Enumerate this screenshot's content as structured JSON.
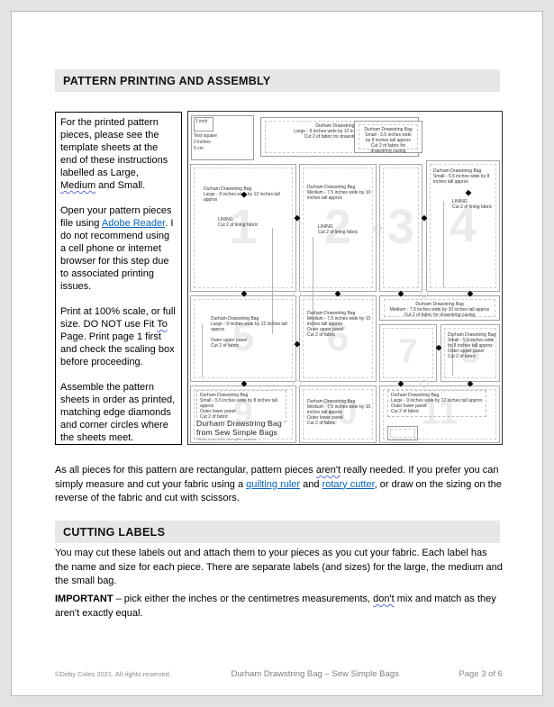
{
  "sections": {
    "printing_title": "PATTERN PRINTING AND ASSEMBLY",
    "cutting_title": "CUTTING LABELS"
  },
  "instructions": {
    "p1a": "For the printed pattern pieces, please see the template sheets at the end of these instructions labelled as Large, ",
    "p1_medium": "Medium",
    "p1b": " and Small.",
    "p2a": "Open your pattern pieces file using ",
    "p2_link": "Adobe Reader",
    "p2b": ". I do not recommend using a cell phone or internet browser for this step due to associated printing issues.",
    "p3a": "Print at 100% scale, or full size. DO NOT use Fit ",
    "p3_to": "To",
    "p3b": " Page. Print page 1 first and check the scaling box before proceeding.",
    "p4": "Assemble the pattern sheets in order as printed, matching edge diamonds and corner circles where the sheets meet."
  },
  "body1": {
    "a": "As all pieces for this pattern are rectangular, pattern pieces ",
    "arent": "aren't",
    "b": " really needed. If you prefer you can simply measure and cut your fabric using a ",
    "link_quilting": "quilting ruler",
    "c": " and ",
    "link_rotary": "rotary cutter",
    "d": ", or draw on the sizing on the reverse of the fabric and cut with scissors."
  },
  "cutting": {
    "p1": "You may cut these labels out and attach them to your pieces as you cut your fabric. Each label has the name and size for each piece. There are separate labels (and sizes) for the large, the medium and the small bag.",
    "important_label": "IMPORTANT",
    "p2a": " – pick either the inches or the centimetres measurements, ",
    "p2_dont": "don't",
    "p2b": " mix and match as they aren't exactly equal."
  },
  "footer": {
    "copyright": "©Deby Coles 2021. All rights reserved.",
    "doc_title": "Durham Drawstring Bag – Sew Simple Bags",
    "page_indicator": "Page 3 of 6"
  },
  "diagram": {
    "icons": {
      "diamond": "◆"
    },
    "test_square": {
      "l1": "1 inch",
      "l2": "Test square",
      "l3": "2 inches",
      "l4": "5 cm"
    },
    "labels": {
      "title": "Durham Drawstring Bag",
      "large": "Large - 9 inches wide by 12 inches tall approx",
      "medium": "Medium - 7.5 inches wide by 10 inches tall approx",
      "small": "Small - 5.5 inches wide by 8 inches tall approx",
      "casing": "Cut 2 of fabric for drawstring casing",
      "lining": "LINING",
      "lining_cut": "Cut 2 of lining fabric",
      "outer_upper": "Outer upper panel",
      "outer_lower": "Outer lower panel",
      "cut2": "Cut 2 of fabric"
    },
    "brand": {
      "line1": "Durham Drawstring Bag",
      "line2": "from Sew Simple Bags",
      "note": "©Deby Coles 2021. All rights reserved."
    },
    "numbers": [
      "1",
      "2",
      "3",
      "4",
      "5",
      "6",
      "7",
      "8",
      "9",
      "10",
      "11"
    ]
  }
}
